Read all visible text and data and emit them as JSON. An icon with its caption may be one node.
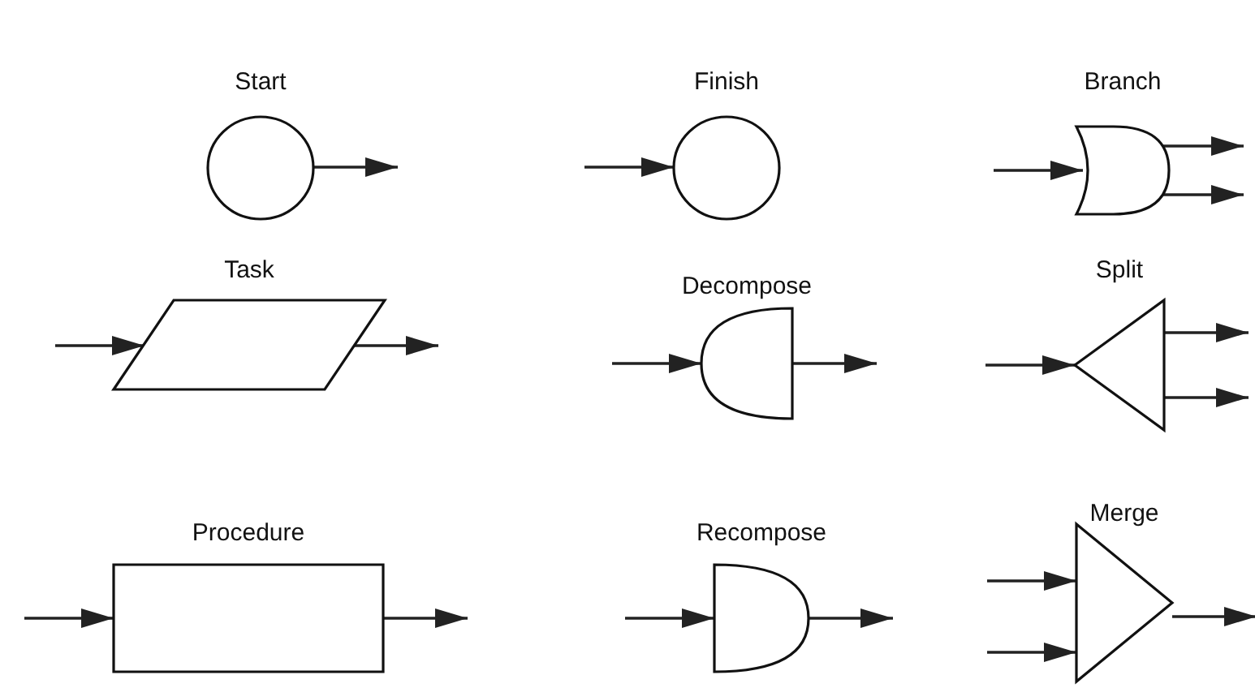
{
  "diagram": {
    "nodes": [
      {
        "text": [
          "Start"
        ]
      },
      {
        "text": [
          "Finish"
        ]
      },
      {
        "text": [
          "Branch"
        ]
      },
      {
        "text": [
          "Task"
        ]
      },
      {
        "text": [
          "Decompose"
        ]
      },
      {
        "text": [
          "Split"
        ]
      },
      {
        "text": [
          "Procedure"
        ]
      },
      {
        "text": [
          "Recompose"
        ]
      },
      {
        "text": [
          "Merge"
        ]
      }
    ],
    "edges": [
      {
        "from": 0,
        "to": null,
        "arrow": "to"
      },
      {
        "from": null,
        "to": 1,
        "arrow": "to"
      },
      {
        "from": null,
        "to": 2,
        "arrow": "to"
      },
      {
        "from": 2,
        "to": null,
        "arrow": "to"
      },
      {
        "from": 2,
        "to": null,
        "arrow": "to"
      },
      {
        "from": null,
        "to": 3,
        "arrow": "to"
      },
      {
        "from": 3,
        "to": null,
        "arrow": "to"
      },
      {
        "from": null,
        "to": 4,
        "arrow": "to"
      },
      {
        "from": 4,
        "to": null,
        "arrow": "to"
      },
      {
        "from": null,
        "to": 5,
        "arrow": "to"
      },
      {
        "from": 5,
        "to": null,
        "arrow": "to"
      },
      {
        "from": 5,
        "to": null,
        "arrow": "to"
      },
      {
        "from": null,
        "to": 6,
        "arrow": "to"
      },
      {
        "from": 6,
        "to": null,
        "arrow": "to"
      },
      {
        "from": null,
        "to": 7,
        "arrow": "to"
      },
      {
        "from": 7,
        "to": null,
        "arrow": "to"
      },
      {
        "from": null,
        "to": 8,
        "arrow": "to"
      },
      {
        "from": null,
        "to": 8,
        "arrow": "to"
      },
      {
        "from": 8,
        "to": null,
        "arrow": "to"
      }
    ]
  }
}
